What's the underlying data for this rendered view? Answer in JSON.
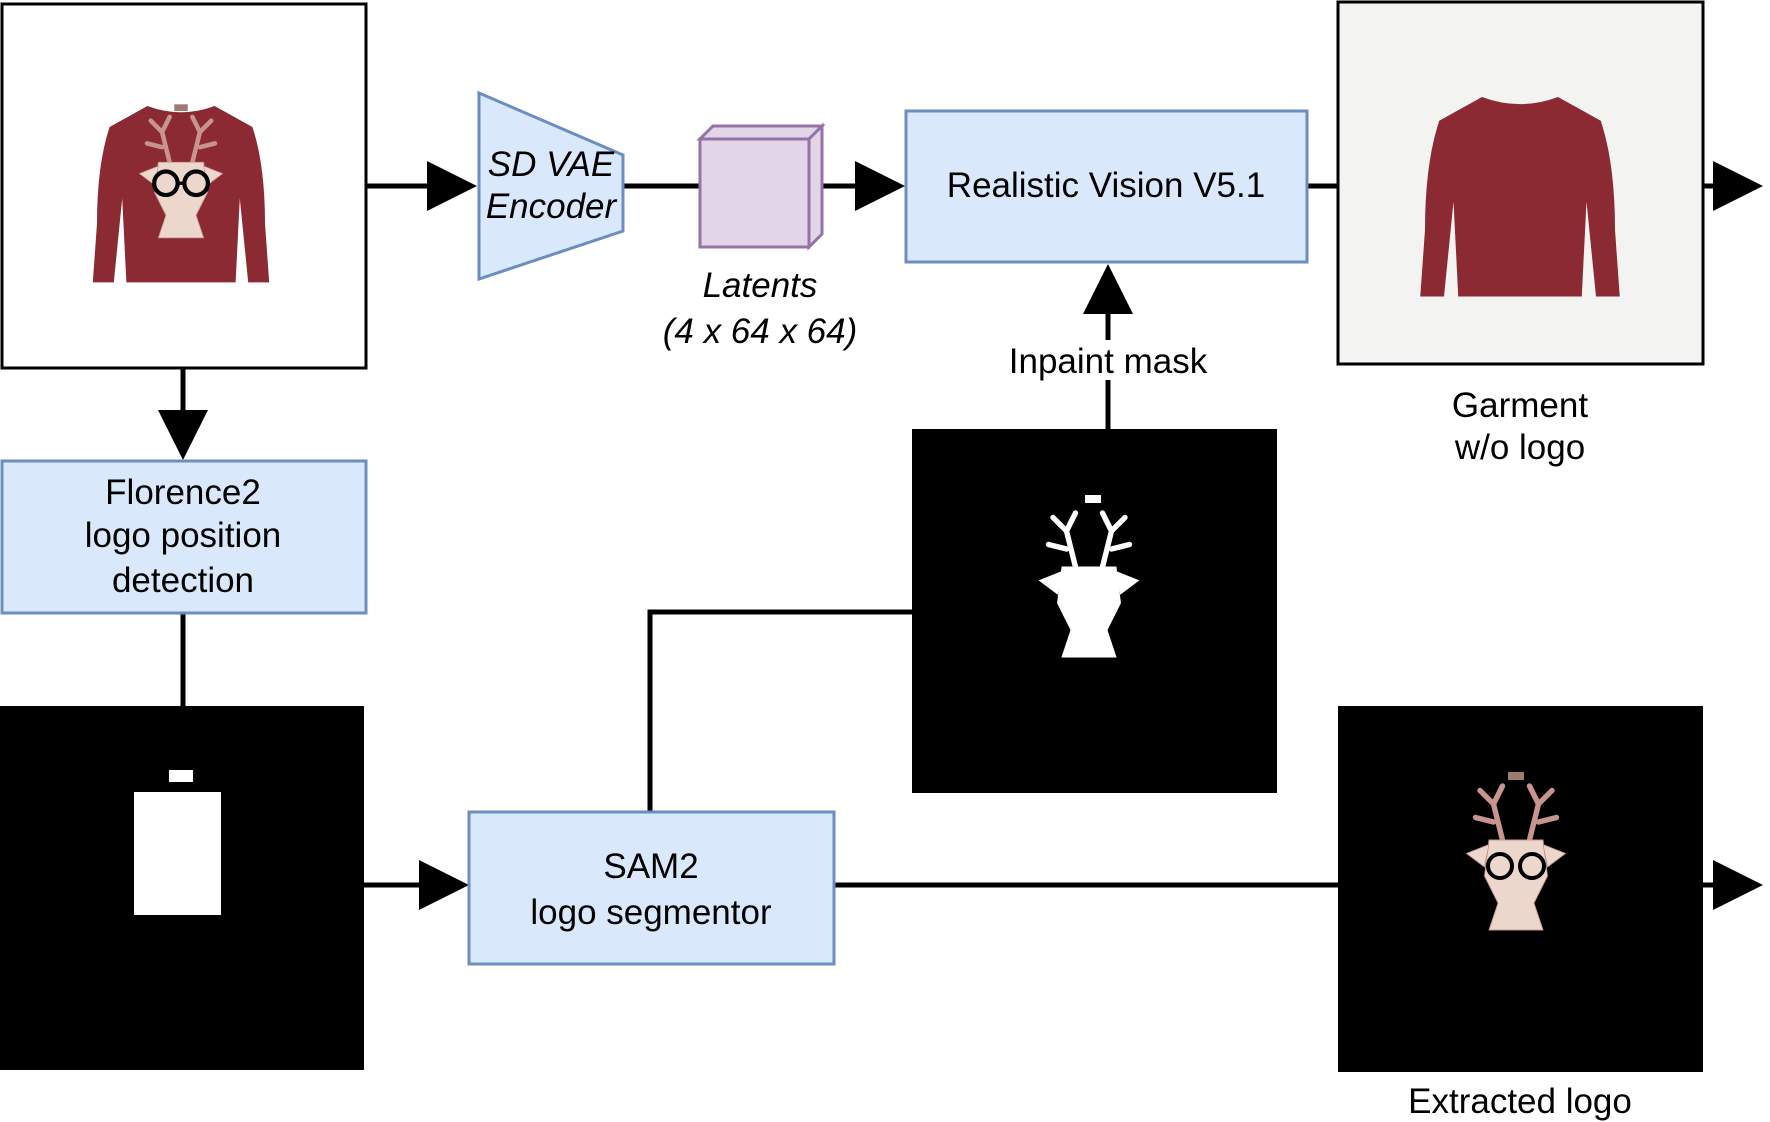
{
  "nodes": {
    "encoder": {
      "line1": "SD VAE",
      "line2": "Encoder"
    },
    "latents": {
      "line1": "Latents",
      "line2": "(4 x 64 x 64)"
    },
    "realistic_vision": {
      "label": "Realistic Vision V5.1"
    },
    "florence": {
      "line1": "Florence2",
      "line2": "logo position",
      "line3": "detection"
    },
    "sam": {
      "line1": "SAM2",
      "line2": "logo segmentor"
    }
  },
  "labels": {
    "inpaint_mask": "Inpaint mask",
    "garment_line1": "Garment",
    "garment_line2": "w/o logo",
    "extracted_logo": "Extracted logo"
  },
  "colors": {
    "box_fill": "#dae8fc",
    "box_stroke": "#6c8ebf",
    "latent_fill": "#e1d5e7",
    "latent_stroke": "#9673a6",
    "shirt": "#8b2a33"
  },
  "icons": [
    "shirt-with-logo-image",
    "bbox-mask-image",
    "logo-mask-image",
    "shirt-without-logo-image",
    "extracted-logo-image"
  ]
}
